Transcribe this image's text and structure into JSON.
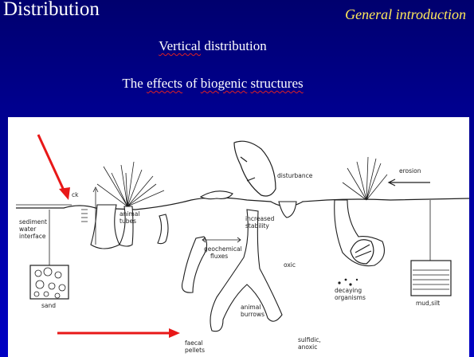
{
  "slide": {
    "title": "Distribution",
    "section": "General introduction",
    "subtitle_1_word_a": "Vertical",
    "subtitle_1_rest": " distribution",
    "subtitle_2_a": "The ",
    "subtitle_2_b": "effects",
    "subtitle_2_c": " of ",
    "subtitle_2_d": "biogenic",
    "subtitle_2_e": " ",
    "subtitle_2_f": "structures"
  },
  "diagram": {
    "labels": {
      "erosion": "erosion",
      "disturbance": "disturbance",
      "sediment": "sediment",
      "water": "water",
      "interface": "interface",
      "animal": "animal",
      "tubes": "tubes",
      "increased": "increased",
      "stability": "stability",
      "geochemical": "geochemical",
      "fluxes": "fluxes",
      "oxic": "oxic",
      "decaying": "decaying",
      "organisms": "organisms",
      "sand": "sand",
      "mud_silt": "mud,silt",
      "animal2": "animal",
      "burrows": "burrows",
      "faecal": "faecal",
      "pellets": "pellets",
      "sulfidic": "sulfidic,",
      "anoxic": "anoxic",
      "ck": "ck"
    },
    "colors": {
      "arrow": "#e81818",
      "background": "#0000a0",
      "section": "#ffe95a"
    }
  }
}
